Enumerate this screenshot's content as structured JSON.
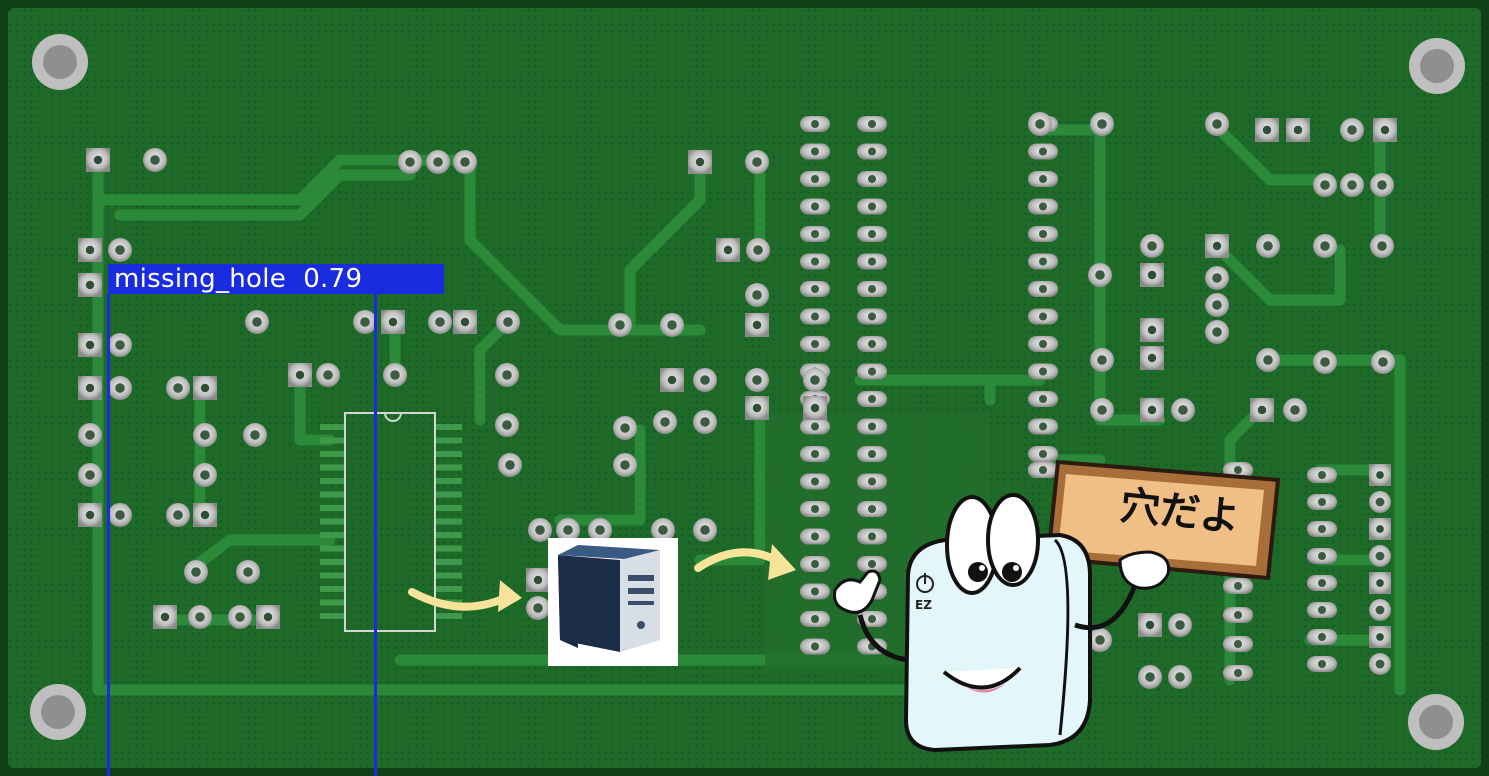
{
  "detection": {
    "label": "missing_hole",
    "confidence": "0.79",
    "color": "#1a2ce0"
  },
  "mascot": {
    "sign_text": "穴だよ",
    "badge_text": "EZ",
    "power_icon": "power-icon"
  },
  "icons": [
    "computer-tower-icon",
    "arrow-right-icon"
  ],
  "colors": {
    "board": "#1f6b2a",
    "trace": "#2a8a38",
    "pad": "#c9c9c9",
    "arrow": "#f7e39a"
  }
}
